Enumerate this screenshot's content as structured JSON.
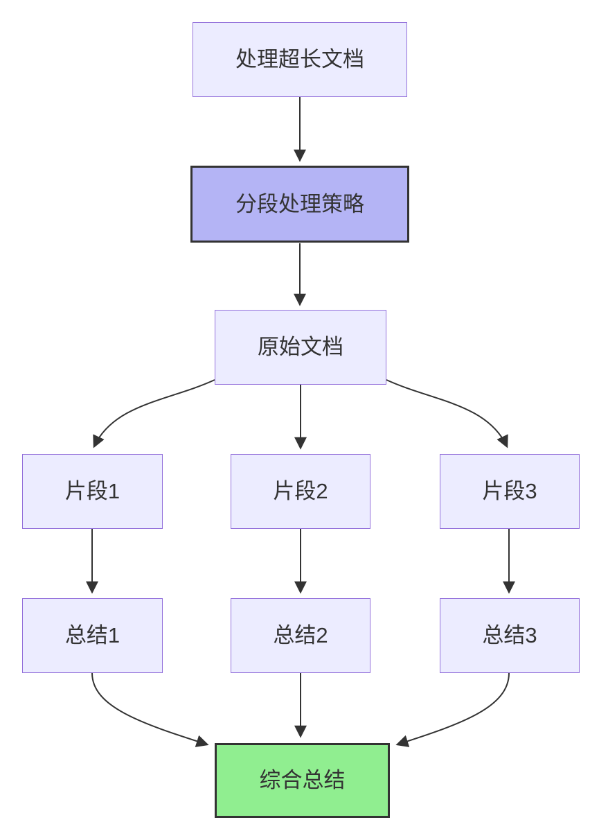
{
  "diagram": {
    "type": "flowchart",
    "direction": "top-down",
    "nodes": [
      {
        "id": "task",
        "label": "处理超长文档",
        "style": "default"
      },
      {
        "id": "strategy",
        "label": "分段处理策略",
        "style": "strategy"
      },
      {
        "id": "source_doc",
        "label": "原始文档",
        "style": "default"
      },
      {
        "id": "fragment_1",
        "label": "片段1",
        "style": "default"
      },
      {
        "id": "fragment_2",
        "label": "片段2",
        "style": "default"
      },
      {
        "id": "fragment_3",
        "label": "片段3",
        "style": "default"
      },
      {
        "id": "summary_1",
        "label": "总结1",
        "style": "default"
      },
      {
        "id": "summary_2",
        "label": "总结2",
        "style": "default"
      },
      {
        "id": "summary_3",
        "label": "总结3",
        "style": "default"
      },
      {
        "id": "final",
        "label": "综合总结",
        "style": "result"
      }
    ],
    "edges": [
      {
        "from": "task",
        "to": "strategy"
      },
      {
        "from": "strategy",
        "to": "source_doc"
      },
      {
        "from": "source_doc",
        "to": "fragment_1"
      },
      {
        "from": "source_doc",
        "to": "fragment_2"
      },
      {
        "from": "source_doc",
        "to": "fragment_3"
      },
      {
        "from": "fragment_1",
        "to": "summary_1"
      },
      {
        "from": "fragment_2",
        "to": "summary_2"
      },
      {
        "from": "fragment_3",
        "to": "summary_3"
      },
      {
        "from": "summary_1",
        "to": "final"
      },
      {
        "from": "summary_2",
        "to": "final"
      },
      {
        "from": "summary_3",
        "to": "final"
      }
    ],
    "colors": {
      "node_fill": "#ECECFF",
      "node_border": "#9370DB",
      "strategy_fill": "#B4B4F5",
      "strategy_border": "#333333",
      "result_fill": "#90EE90",
      "result_border": "#333333",
      "edge": "#333333",
      "text": "#333333",
      "background": "#ffffff"
    }
  }
}
